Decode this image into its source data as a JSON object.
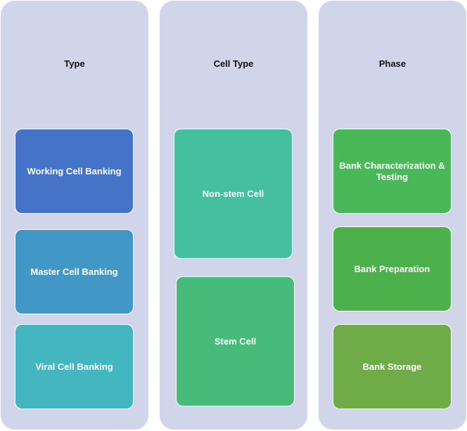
{
  "columns": [
    {
      "title": "Type",
      "items": [
        "Working Cell Banking",
        "Master Cell Banking",
        "Viral Cell Banking"
      ]
    },
    {
      "title": "Cell Type",
      "items": [
        "Non-stem Cell",
        "Stem Cell"
      ]
    },
    {
      "title": "Phase",
      "items": [
        "Bank Characterization & Testing",
        "Bank Preparation",
        "Bank Storage"
      ]
    }
  ],
  "colors": {
    "column_background": "#d1d5ea",
    "working_cell_banking": "#4473c8",
    "master_cell_banking": "#4197c6",
    "viral_cell_banking": "#43b6c0",
    "non_stem_cell": "#45bf9e",
    "stem_cell": "#47bb7a",
    "bank_characterization": "#4ab858",
    "bank_preparation": "#4cb14a",
    "bank_storage": "#6fab47"
  }
}
